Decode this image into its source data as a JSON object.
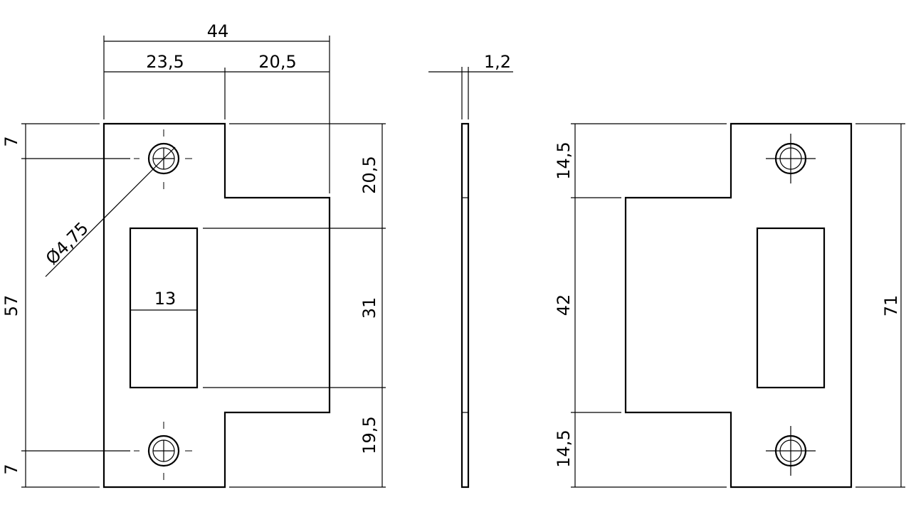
{
  "dimensions": {
    "total_width": "44",
    "left_width": "23,5",
    "right_width": "20,5",
    "thickness": "1,2",
    "top_edge_hole": "7",
    "bottom_edge_hole": "7",
    "total_height_front": "57",
    "hole_diameter": "Ø4,75",
    "cutout_width": "13",
    "top_offset": "20,5",
    "cutout_height": "31",
    "bottom_offset": "19,5",
    "back_top_offset": "14,5",
    "back_middle_height": "42",
    "back_bottom_offset": "14,5",
    "back_total_height": "71"
  }
}
